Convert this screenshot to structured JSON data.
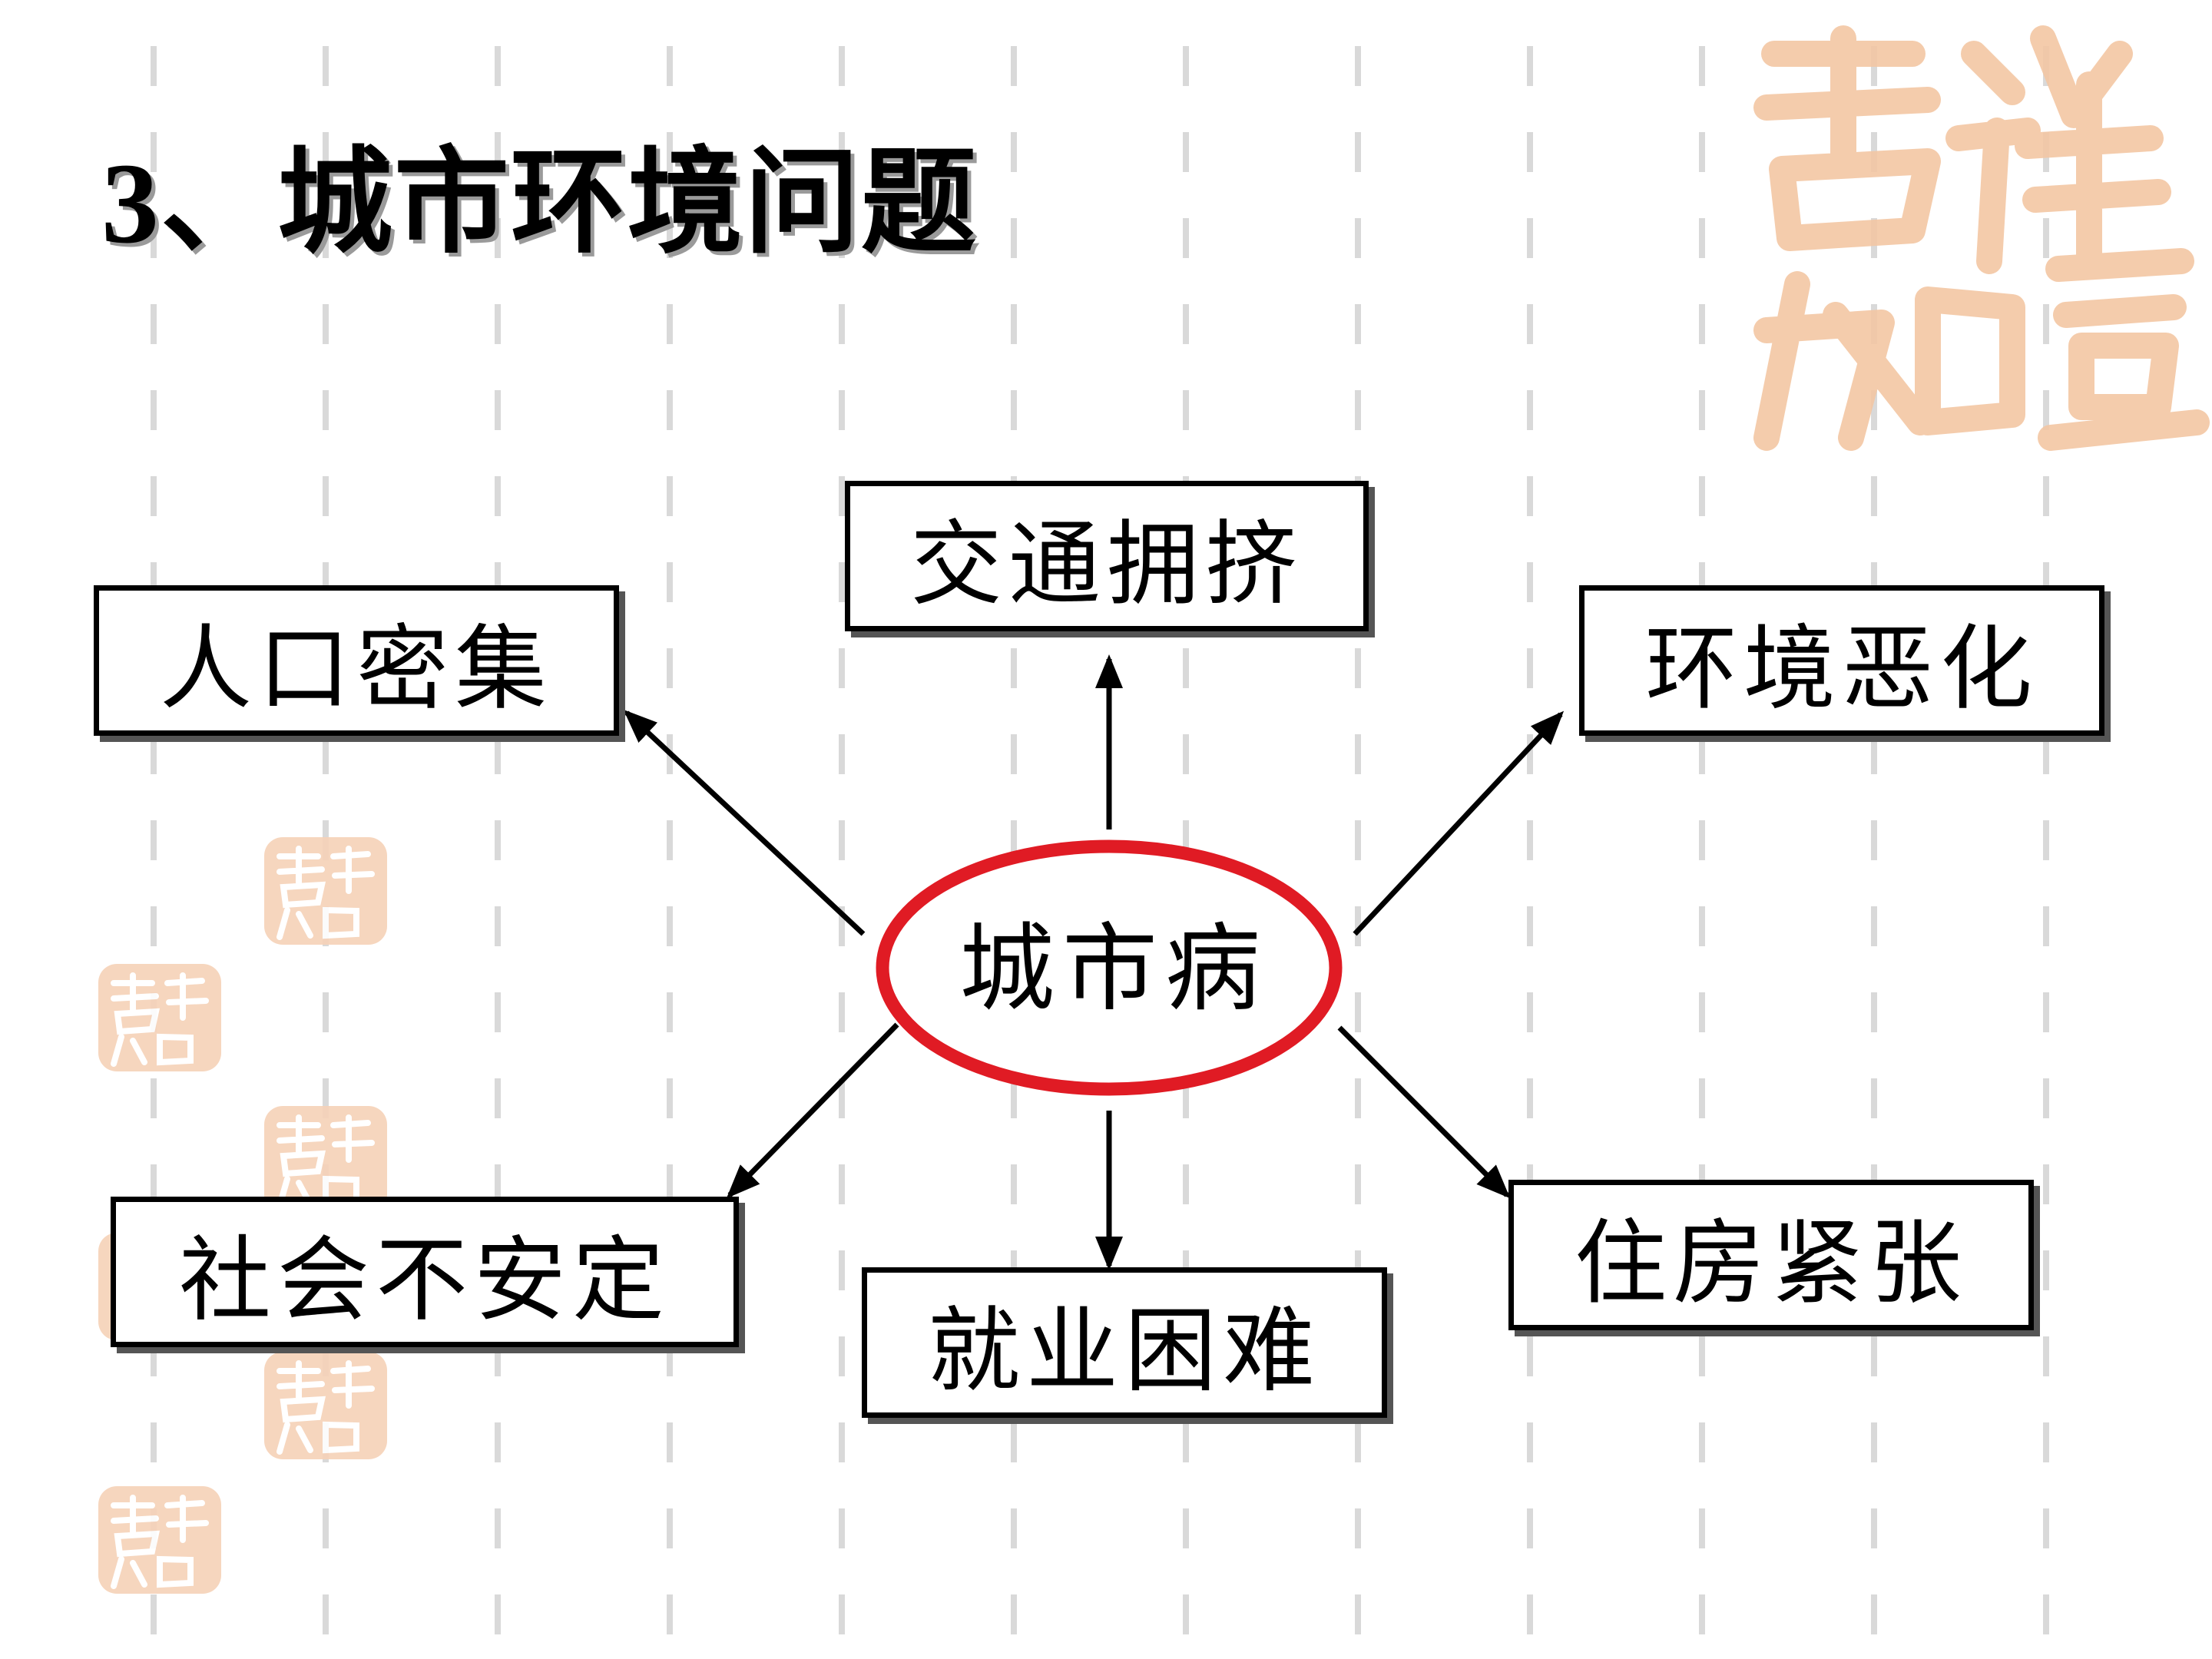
{
  "title": "3、城市环境问题",
  "center": {
    "label": "城市病",
    "ellipse_color": "#e01b24"
  },
  "boxes": {
    "top": "交通拥挤",
    "upper_left": "人口密集",
    "upper_right": "环境恶化",
    "lower_left": "社会不安定",
    "bottom": "就业困难",
    "lower_right": "住房紧张"
  },
  "decoration": {
    "seal_color": "#f3c7a4",
    "seal_glyph": "吉祥如意",
    "stripe_color": "#d9d9d9"
  }
}
